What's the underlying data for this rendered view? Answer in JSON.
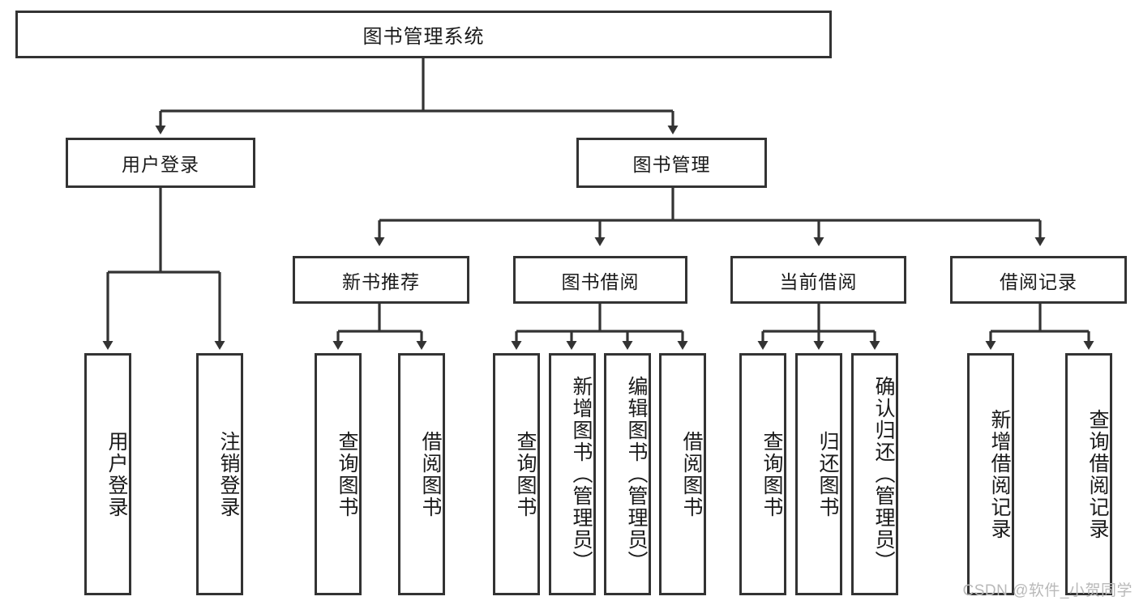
{
  "diagram": {
    "title": "图书管理系统",
    "type": "tree-hierarchy-chart",
    "watermark": "CSDN @软件_小贺同学",
    "colors": {
      "stroke": "#333333",
      "fill": "#ffffff",
      "text": "#1a1a1a",
      "watermark": "#b9b9b9"
    },
    "root": {
      "label": "图书管理系统"
    },
    "level2": [
      {
        "id": "user-login",
        "label": "用户登录"
      },
      {
        "id": "book-manage",
        "label": "图书管理"
      }
    ],
    "level3": [
      {
        "id": "new-book-rec",
        "label": "新书推荐"
      },
      {
        "id": "book-borrow",
        "label": "图书借阅"
      },
      {
        "id": "current-borrow",
        "label": "当前借阅"
      },
      {
        "id": "borrow-record",
        "label": "借阅记录"
      }
    ],
    "leaves": {
      "user_login": [
        {
          "id": "leaf-user-login",
          "label": "用户登录"
        },
        {
          "id": "leaf-logout",
          "label": "注销登录"
        }
      ],
      "new_book_rec": [
        {
          "id": "leaf-query-book-1",
          "label": "查询图书"
        },
        {
          "id": "leaf-borrow-book-1",
          "label": "借阅图书"
        }
      ],
      "book_borrow": [
        {
          "id": "leaf-query-book-2",
          "label": "查询图书"
        },
        {
          "id": "leaf-add-book",
          "label": "新增图书（管理员）"
        },
        {
          "id": "leaf-edit-book",
          "label": "编辑图书（管理员）"
        },
        {
          "id": "leaf-borrow-book-2",
          "label": "借阅图书"
        }
      ],
      "current_borrow": [
        {
          "id": "leaf-query-book-3",
          "label": "查询图书"
        },
        {
          "id": "leaf-return-book",
          "label": "归还图书"
        },
        {
          "id": "leaf-confirm-return",
          "label": "确认归还（管理员）"
        }
      ],
      "borrow_record": [
        {
          "id": "leaf-add-record",
          "label": "新增借阅记录"
        },
        {
          "id": "leaf-query-record",
          "label": "查询借阅记录"
        }
      ]
    }
  }
}
